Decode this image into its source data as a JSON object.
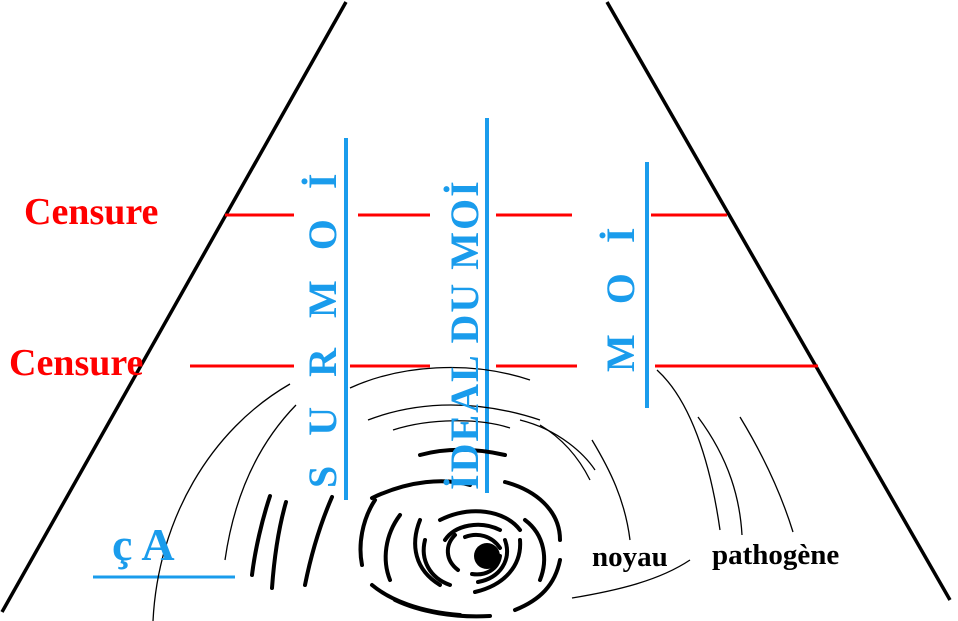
{
  "labels": {
    "censure_top": "Censure",
    "censure_bottom": "Censure",
    "surmoi": "S U R M O İ",
    "ideal_du_moi": "İDEAL DU MOİ",
    "moi": "M O İ",
    "ca": "ç A",
    "noyau": "noyau",
    "pathogene": "pathogène"
  },
  "colors": {
    "censure": "#ff0000",
    "instances": "#1a9cec",
    "outline": "#000000"
  }
}
